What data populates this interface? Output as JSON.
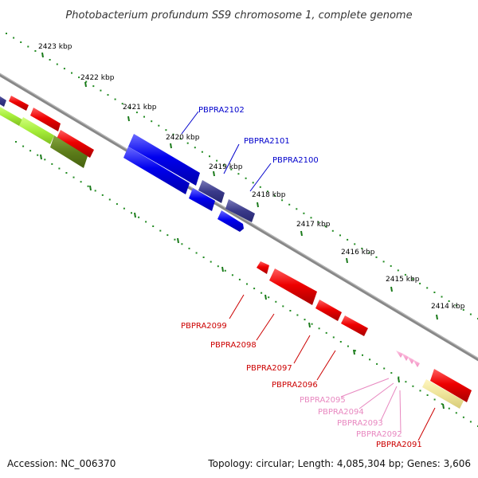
{
  "title": "Photobacterium profundum SS9 chromosome 1, complete genome",
  "accession": "Accession: NC_006370",
  "topology": "Topology: circular; Length: 4,085,304 bp; Genes: 3,606",
  "scale_labels": [
    "2423 kbp",
    "2422 kbp",
    "2421 kbp",
    "2420 kbp",
    "2419 kbp",
    "2418 kbp",
    "2417 kbp",
    "2416 kbp",
    "2415 kbp",
    "2414 kbp"
  ],
  "colors": {
    "blue_gene": "#0000ee",
    "blue_gene_dark": "#3a3a8a",
    "red_gene": "#ee0000",
    "lime_gene": "#a6ee3a",
    "olive_gene": "#5d7d1a",
    "pink_gene": "#ff99cc",
    "yellow_gene": "#eee49a",
    "backbone": "#888888",
    "dots": "#228b22",
    "blue_label": "#0000cc",
    "red_label": "#cc0000",
    "pink_label": "#e888c0"
  },
  "gene_labels": {
    "upper": [
      {
        "name": "PBPRA2102",
        "color": "blue"
      },
      {
        "name": "PBPRA2101",
        "color": "blue"
      },
      {
        "name": "PBPRA2100",
        "color": "blue"
      }
    ],
    "lower": [
      {
        "name": "PBPRA2099",
        "color": "red"
      },
      {
        "name": "PBPRA2098",
        "color": "red"
      },
      {
        "name": "PBPRA2097",
        "color": "red"
      },
      {
        "name": "PBPRA2096",
        "color": "red"
      },
      {
        "name": "PBPRA2095",
        "color": "pink"
      },
      {
        "name": "PBPRA2094",
        "color": "pink"
      },
      {
        "name": "PBPRA2093",
        "color": "pink"
      },
      {
        "name": "PBPRA2092",
        "color": "pink"
      },
      {
        "name": "PBPRA2091",
        "color": "red"
      }
    ]
  }
}
